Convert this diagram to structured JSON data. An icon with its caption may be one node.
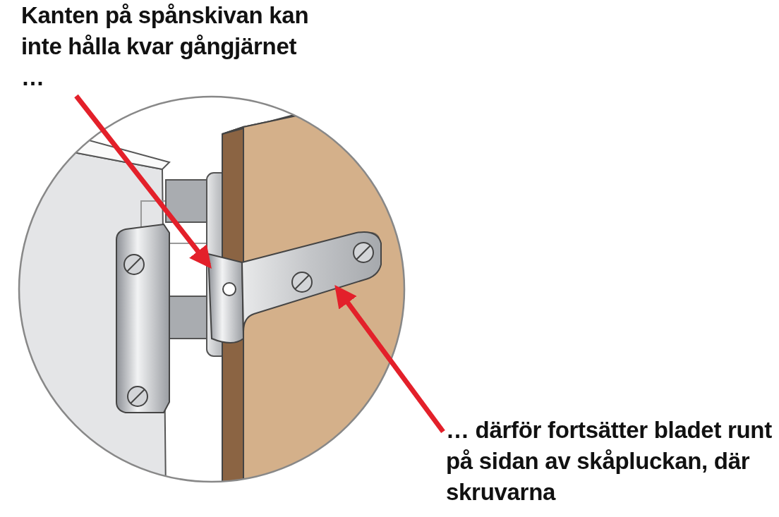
{
  "diagram": {
    "nodes": [
      {
        "text": [
          "Kanten på spånskivan kan inte hålla kvar gångjärnet …"
        ]
      },
      {
        "text": [],
        "shape": "picture"
      },
      {
        "text": [
          "… därför fortsätter bladet runt på sidan av skåpluckan, där skruvarna"
        ]
      },
      {
        "text": [],
        "shape": "picture"
      }
    ],
    "edges": [
      {
        "from": 0,
        "to": 1,
        "arrow": "to",
        "color": "#e3202a"
      },
      {
        "from": 2,
        "to": 3,
        "arrow": "to",
        "color": "#e3202a"
      }
    ]
  }
}
